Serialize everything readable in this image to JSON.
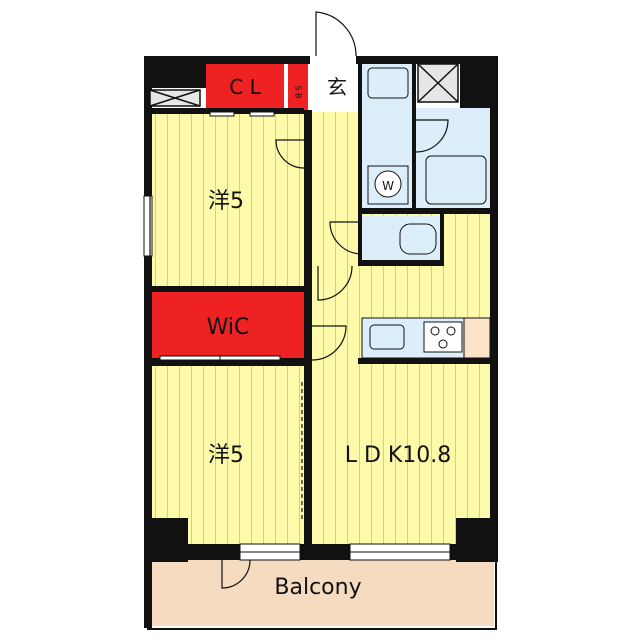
{
  "floorplan": {
    "rooms": {
      "closet": "C L",
      "shoe_box": "S B",
      "entrance": "玄",
      "bedroom_top": "洋5",
      "walk_in_closet": "WiC",
      "bedroom_bottom": "洋5",
      "ldk": "L D K10.8",
      "balcony": "Balcony"
    },
    "fixtures": {
      "washer": "W"
    }
  },
  "colors": {
    "wall": "#111111",
    "room_floor": "#fdfaaa",
    "floor_lines": "#d8cf7a",
    "closet_red": "#ee2222",
    "wet_area_blue": "#dbeefa",
    "balcony": "#f5dcc0",
    "background": "#ffffff"
  }
}
